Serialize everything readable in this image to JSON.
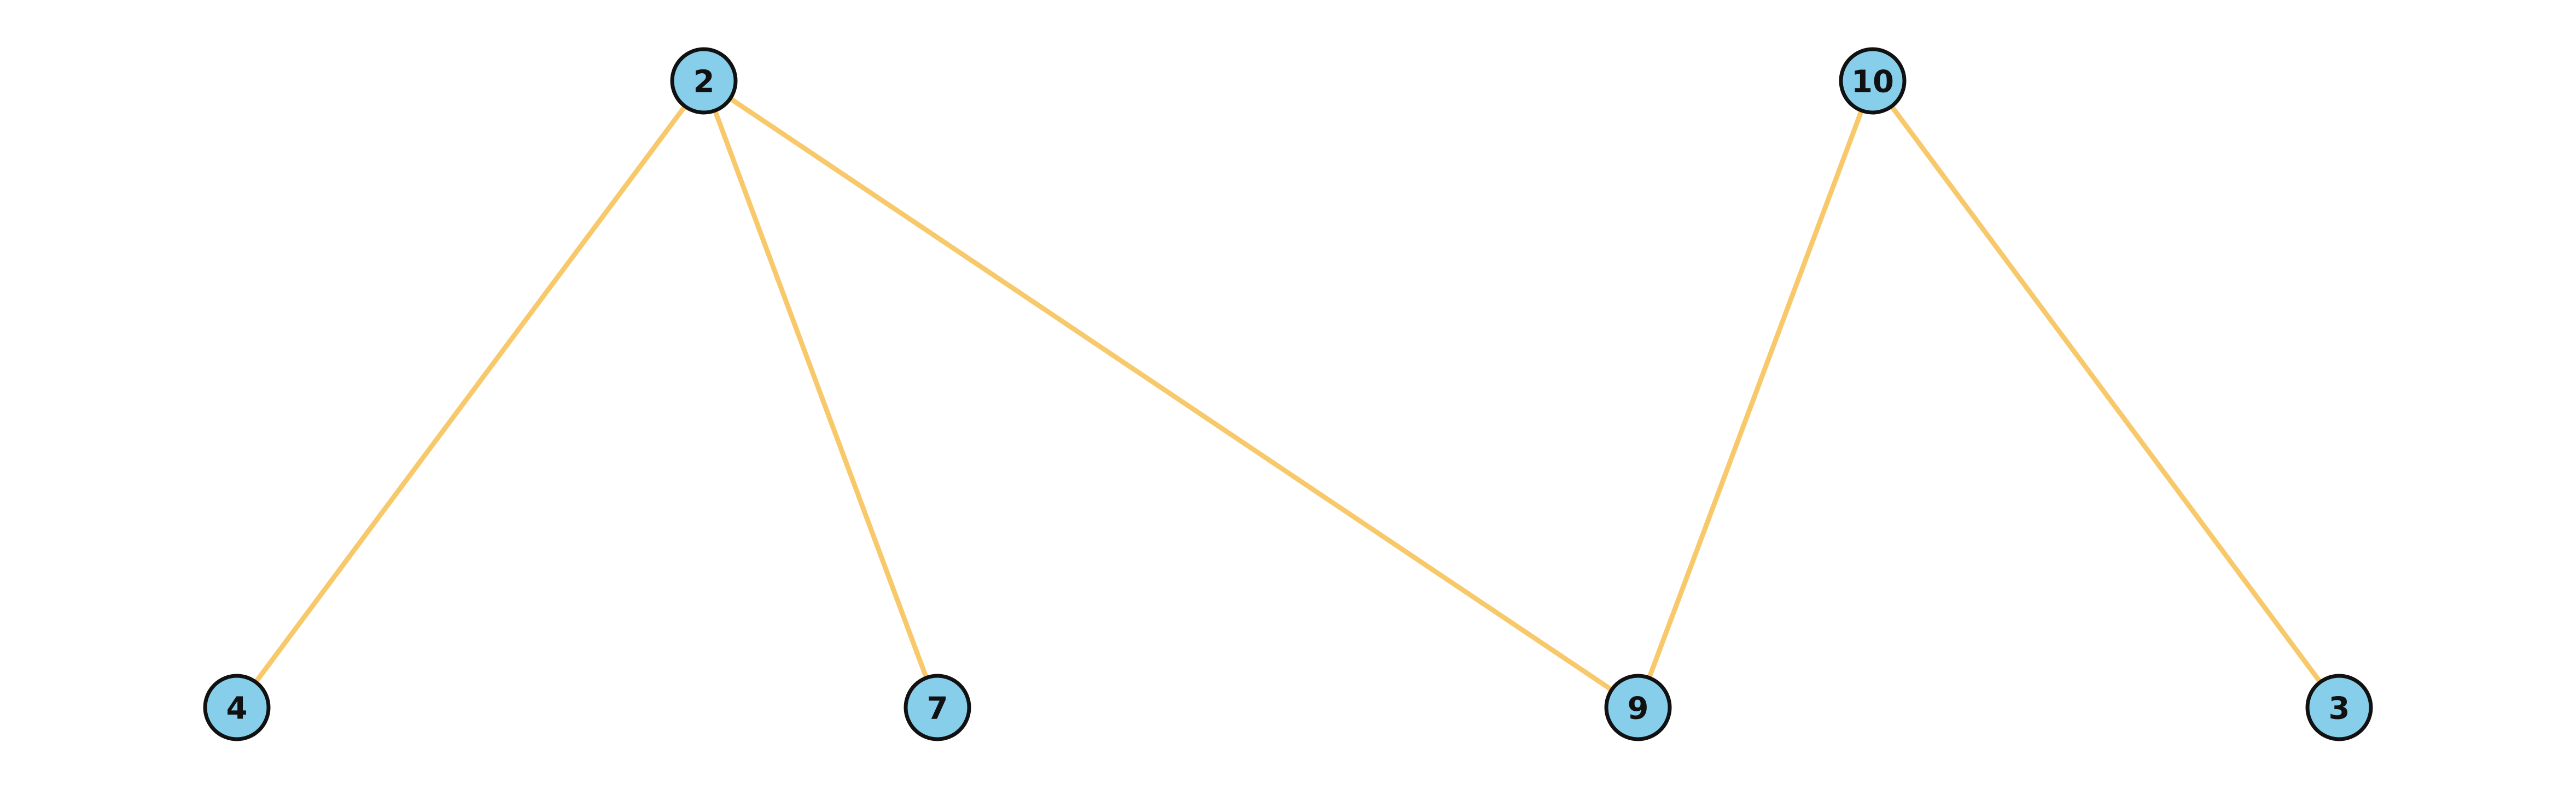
{
  "graph": {
    "colors": {
      "node_fill": "#87ceeb",
      "node_stroke": "#111111",
      "edge": "#f8c96a",
      "label": "#111111"
    },
    "nodes": [
      {
        "id": "2",
        "label": "2"
      },
      {
        "id": "10",
        "label": "10"
      },
      {
        "id": "4",
        "label": "4"
      },
      {
        "id": "7",
        "label": "7"
      },
      {
        "id": "9",
        "label": "9"
      },
      {
        "id": "3",
        "label": "3"
      }
    ],
    "edges": [
      {
        "source": "2",
        "target": "4"
      },
      {
        "source": "2",
        "target": "7"
      },
      {
        "source": "2",
        "target": "9"
      },
      {
        "source": "10",
        "target": "9"
      },
      {
        "source": "10",
        "target": "3"
      }
    ]
  }
}
